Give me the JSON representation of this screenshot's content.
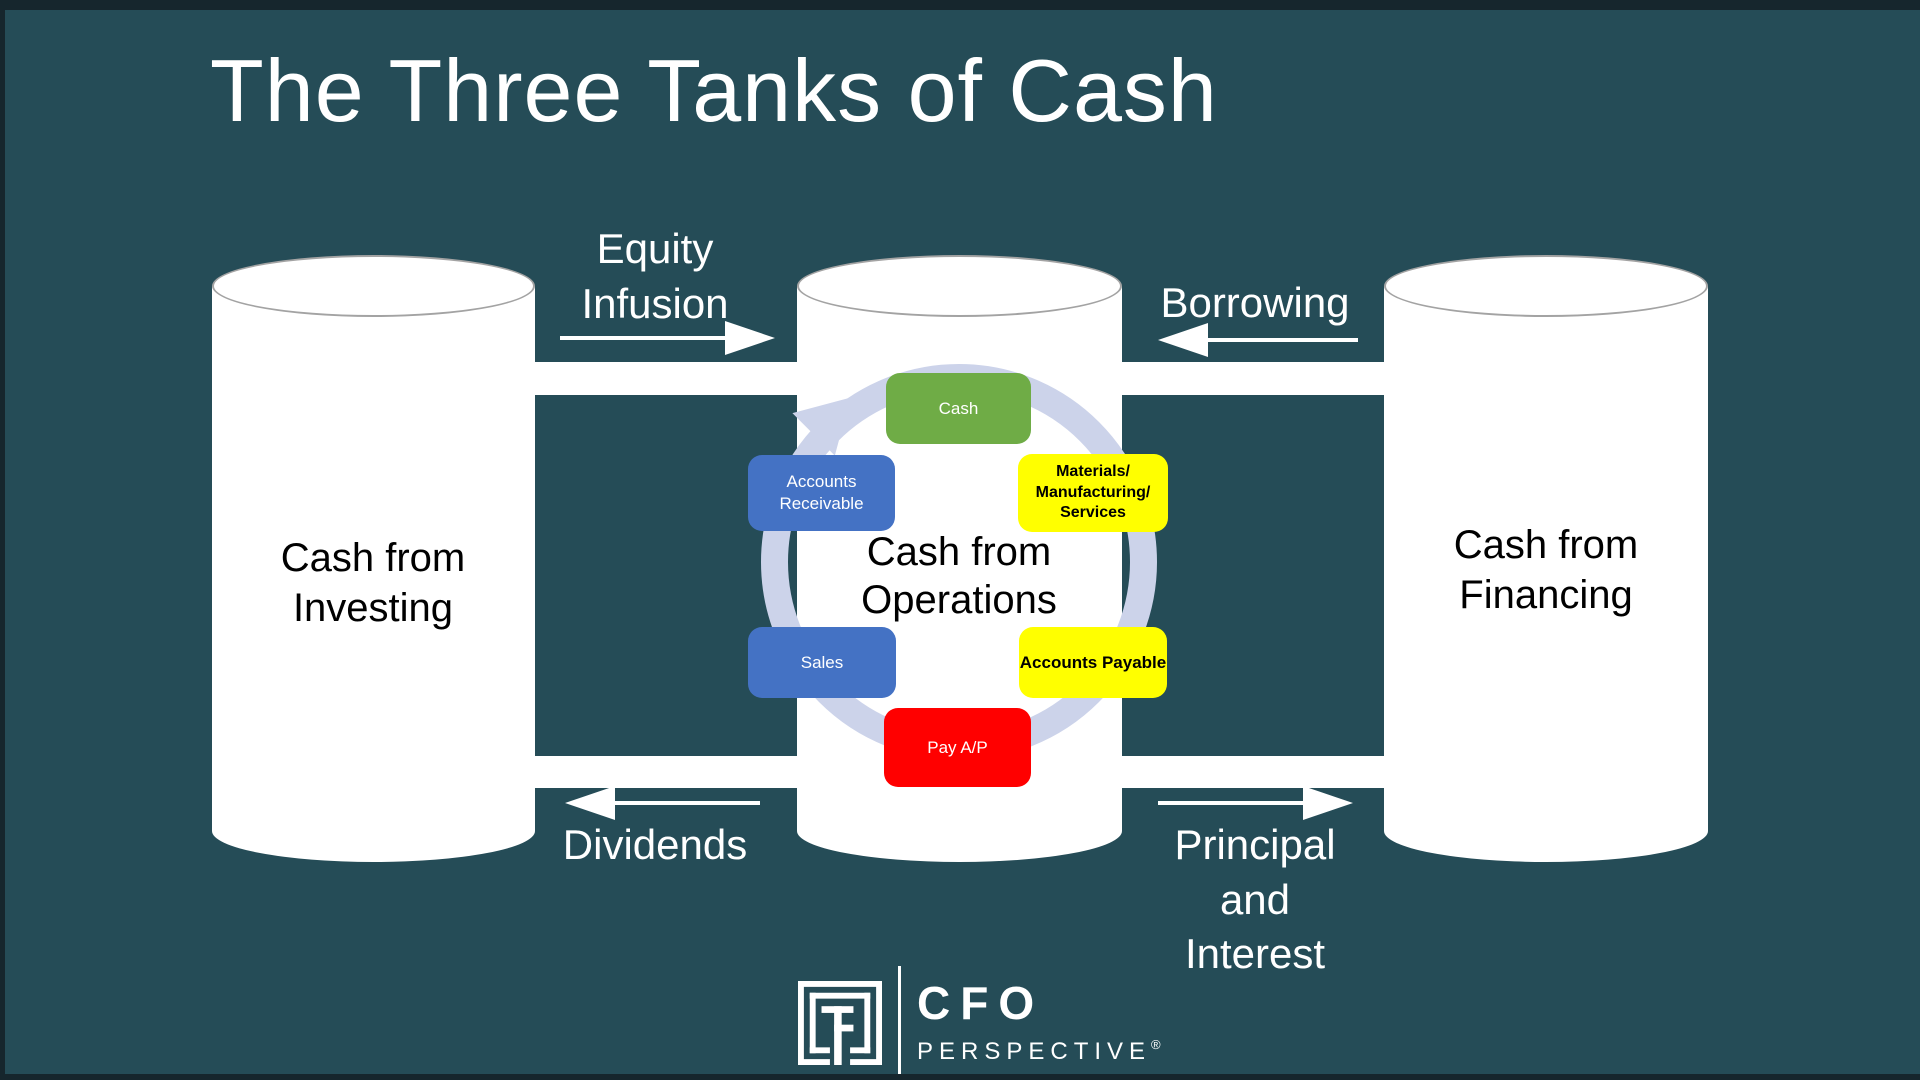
{
  "slide": {
    "title": "The Three Tanks of Cash",
    "background_color": "#254C57",
    "border_color": "#16262D"
  },
  "tanks": {
    "investing": {
      "lines": [
        "Cash from",
        "Investing"
      ]
    },
    "operations": {
      "lines": [
        "Cash from",
        "Operations"
      ]
    },
    "financing": {
      "lines": [
        "Cash from",
        "Financing"
      ]
    }
  },
  "flows": {
    "equity_infusion": {
      "lines": [
        "Equity",
        "Infusion"
      ],
      "direction": "right",
      "from": "investing",
      "to": "operations"
    },
    "borrowing": {
      "lines": [
        "Borrowing"
      ],
      "direction": "left",
      "from": "financing",
      "to": "operations"
    },
    "dividends": {
      "lines": [
        "Dividends"
      ],
      "direction": "left",
      "from": "operations",
      "to": "investing"
    },
    "principal_and_interest": {
      "lines": [
        "Principal",
        "and",
        "Interest"
      ],
      "direction": "right",
      "from": "operations",
      "to": "financing"
    }
  },
  "cycle": {
    "ring_color": "#CCD3EA",
    "steps": {
      "cash": {
        "label": "Cash",
        "color": "#6FAC46",
        "text_color": "#FFFFFF"
      },
      "materials": {
        "lines": [
          "Materials/",
          "Manufacturing/",
          "Services"
        ],
        "color": "#FFFF00",
        "text_color": "#000000"
      },
      "accounts_payable": {
        "label": "Accounts Payable",
        "color": "#FFFF00",
        "text_color": "#000000"
      },
      "pay_ap": {
        "label": "Pay A/P",
        "color": "#FF0000",
        "text_color": "#FFFFFF"
      },
      "sales": {
        "label": "Sales",
        "color": "#4472C4",
        "text_color": "#FFFFFF"
      },
      "accounts_receivable": {
        "lines": [
          "Accounts",
          "Receivable"
        ],
        "color": "#4472C4",
        "text_color": "#FFFFFF"
      }
    }
  },
  "logo": {
    "wordmark_line1": "CFO",
    "wordmark_line2": "PERSPECTIVE",
    "registered_mark": "®"
  }
}
